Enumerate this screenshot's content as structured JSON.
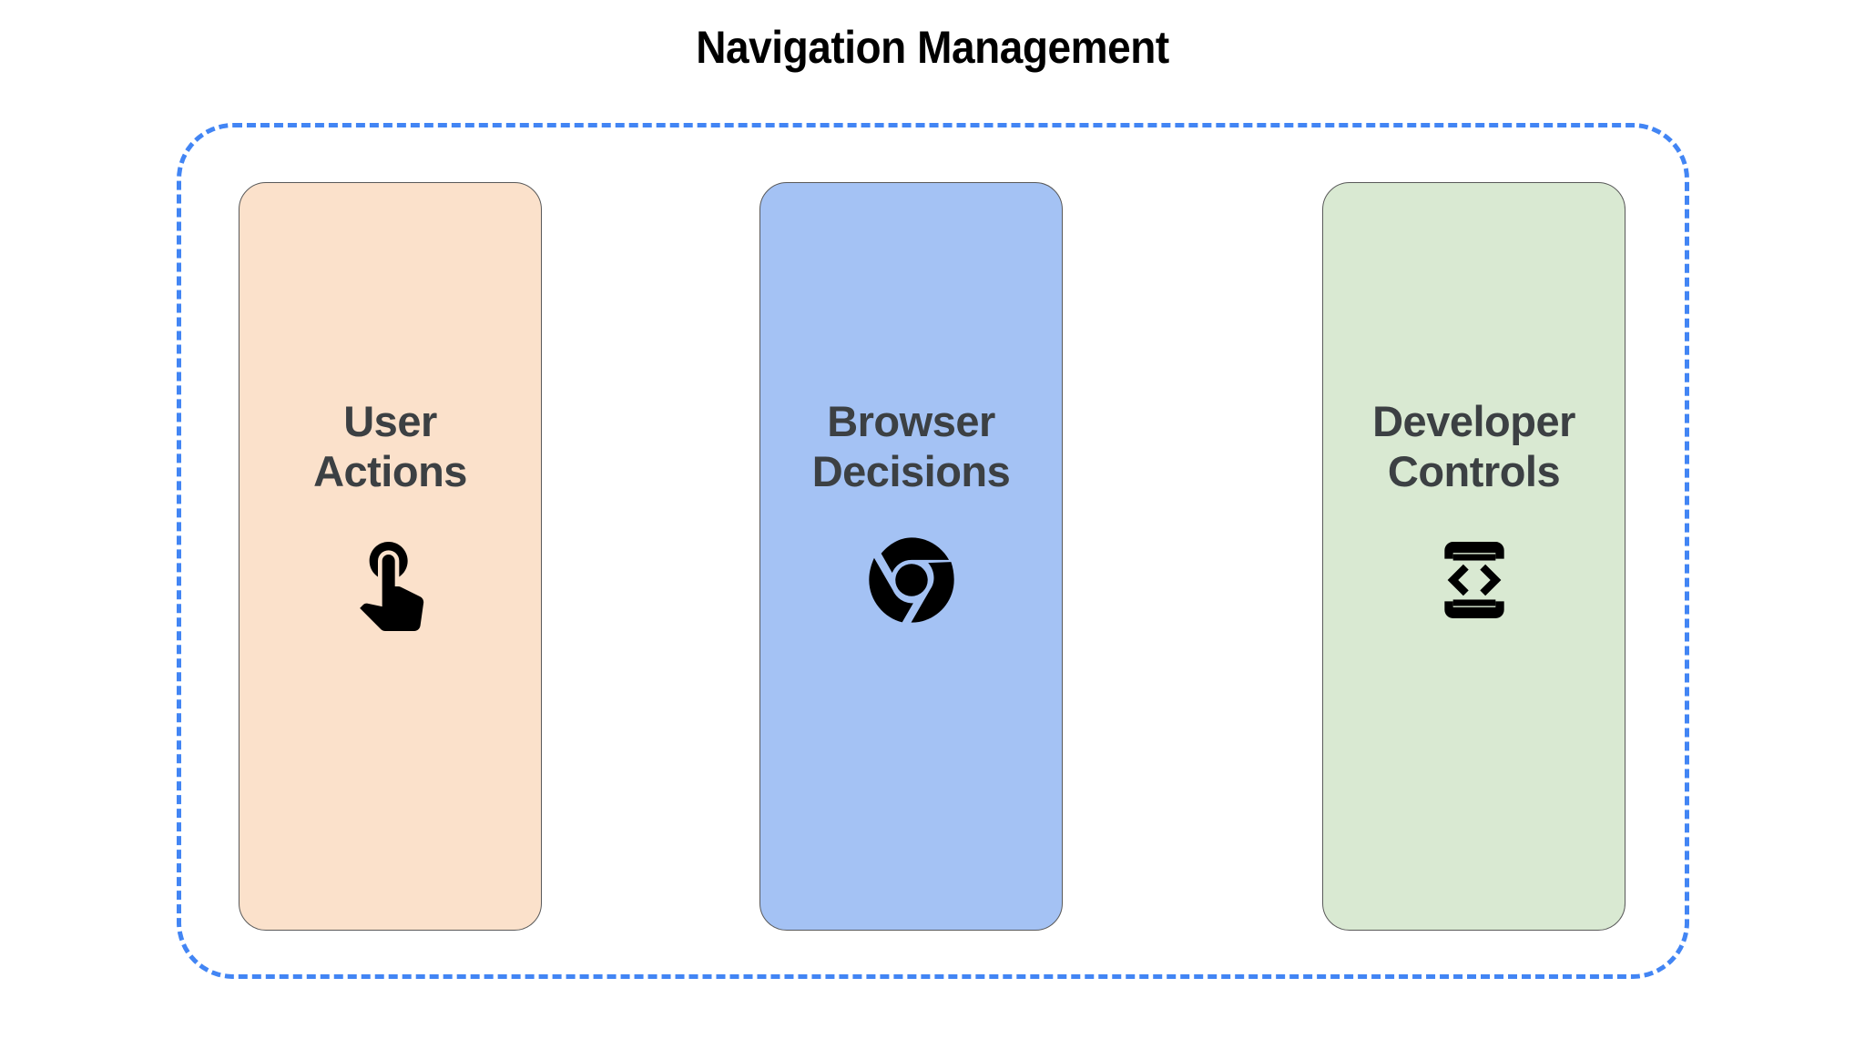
{
  "diagram": {
    "title": "Navigation Management",
    "title_color": "#000000",
    "background": "#FFFFFF",
    "container": {
      "border_style": "dashed",
      "border_color": "#4285F4"
    },
    "card_label_color": "#3C4043",
    "card_border_color": "#595959",
    "cards": [
      {
        "label": "User\nActions",
        "line1": "User",
        "line2": "Actions",
        "color": "#FBE1CB",
        "icon": "touch-app-icon"
      },
      {
        "label": "Browser\nDecisions",
        "line1": "Browser",
        "line2": "Decisions",
        "color": "#A4C2F4",
        "icon": "chrome-logo-icon"
      },
      {
        "label": "Developer\nControls",
        "line1": "Developer",
        "line2": "Controls",
        "color": "#D9E9D2",
        "icon": "developer-mode-icon"
      }
    ]
  }
}
